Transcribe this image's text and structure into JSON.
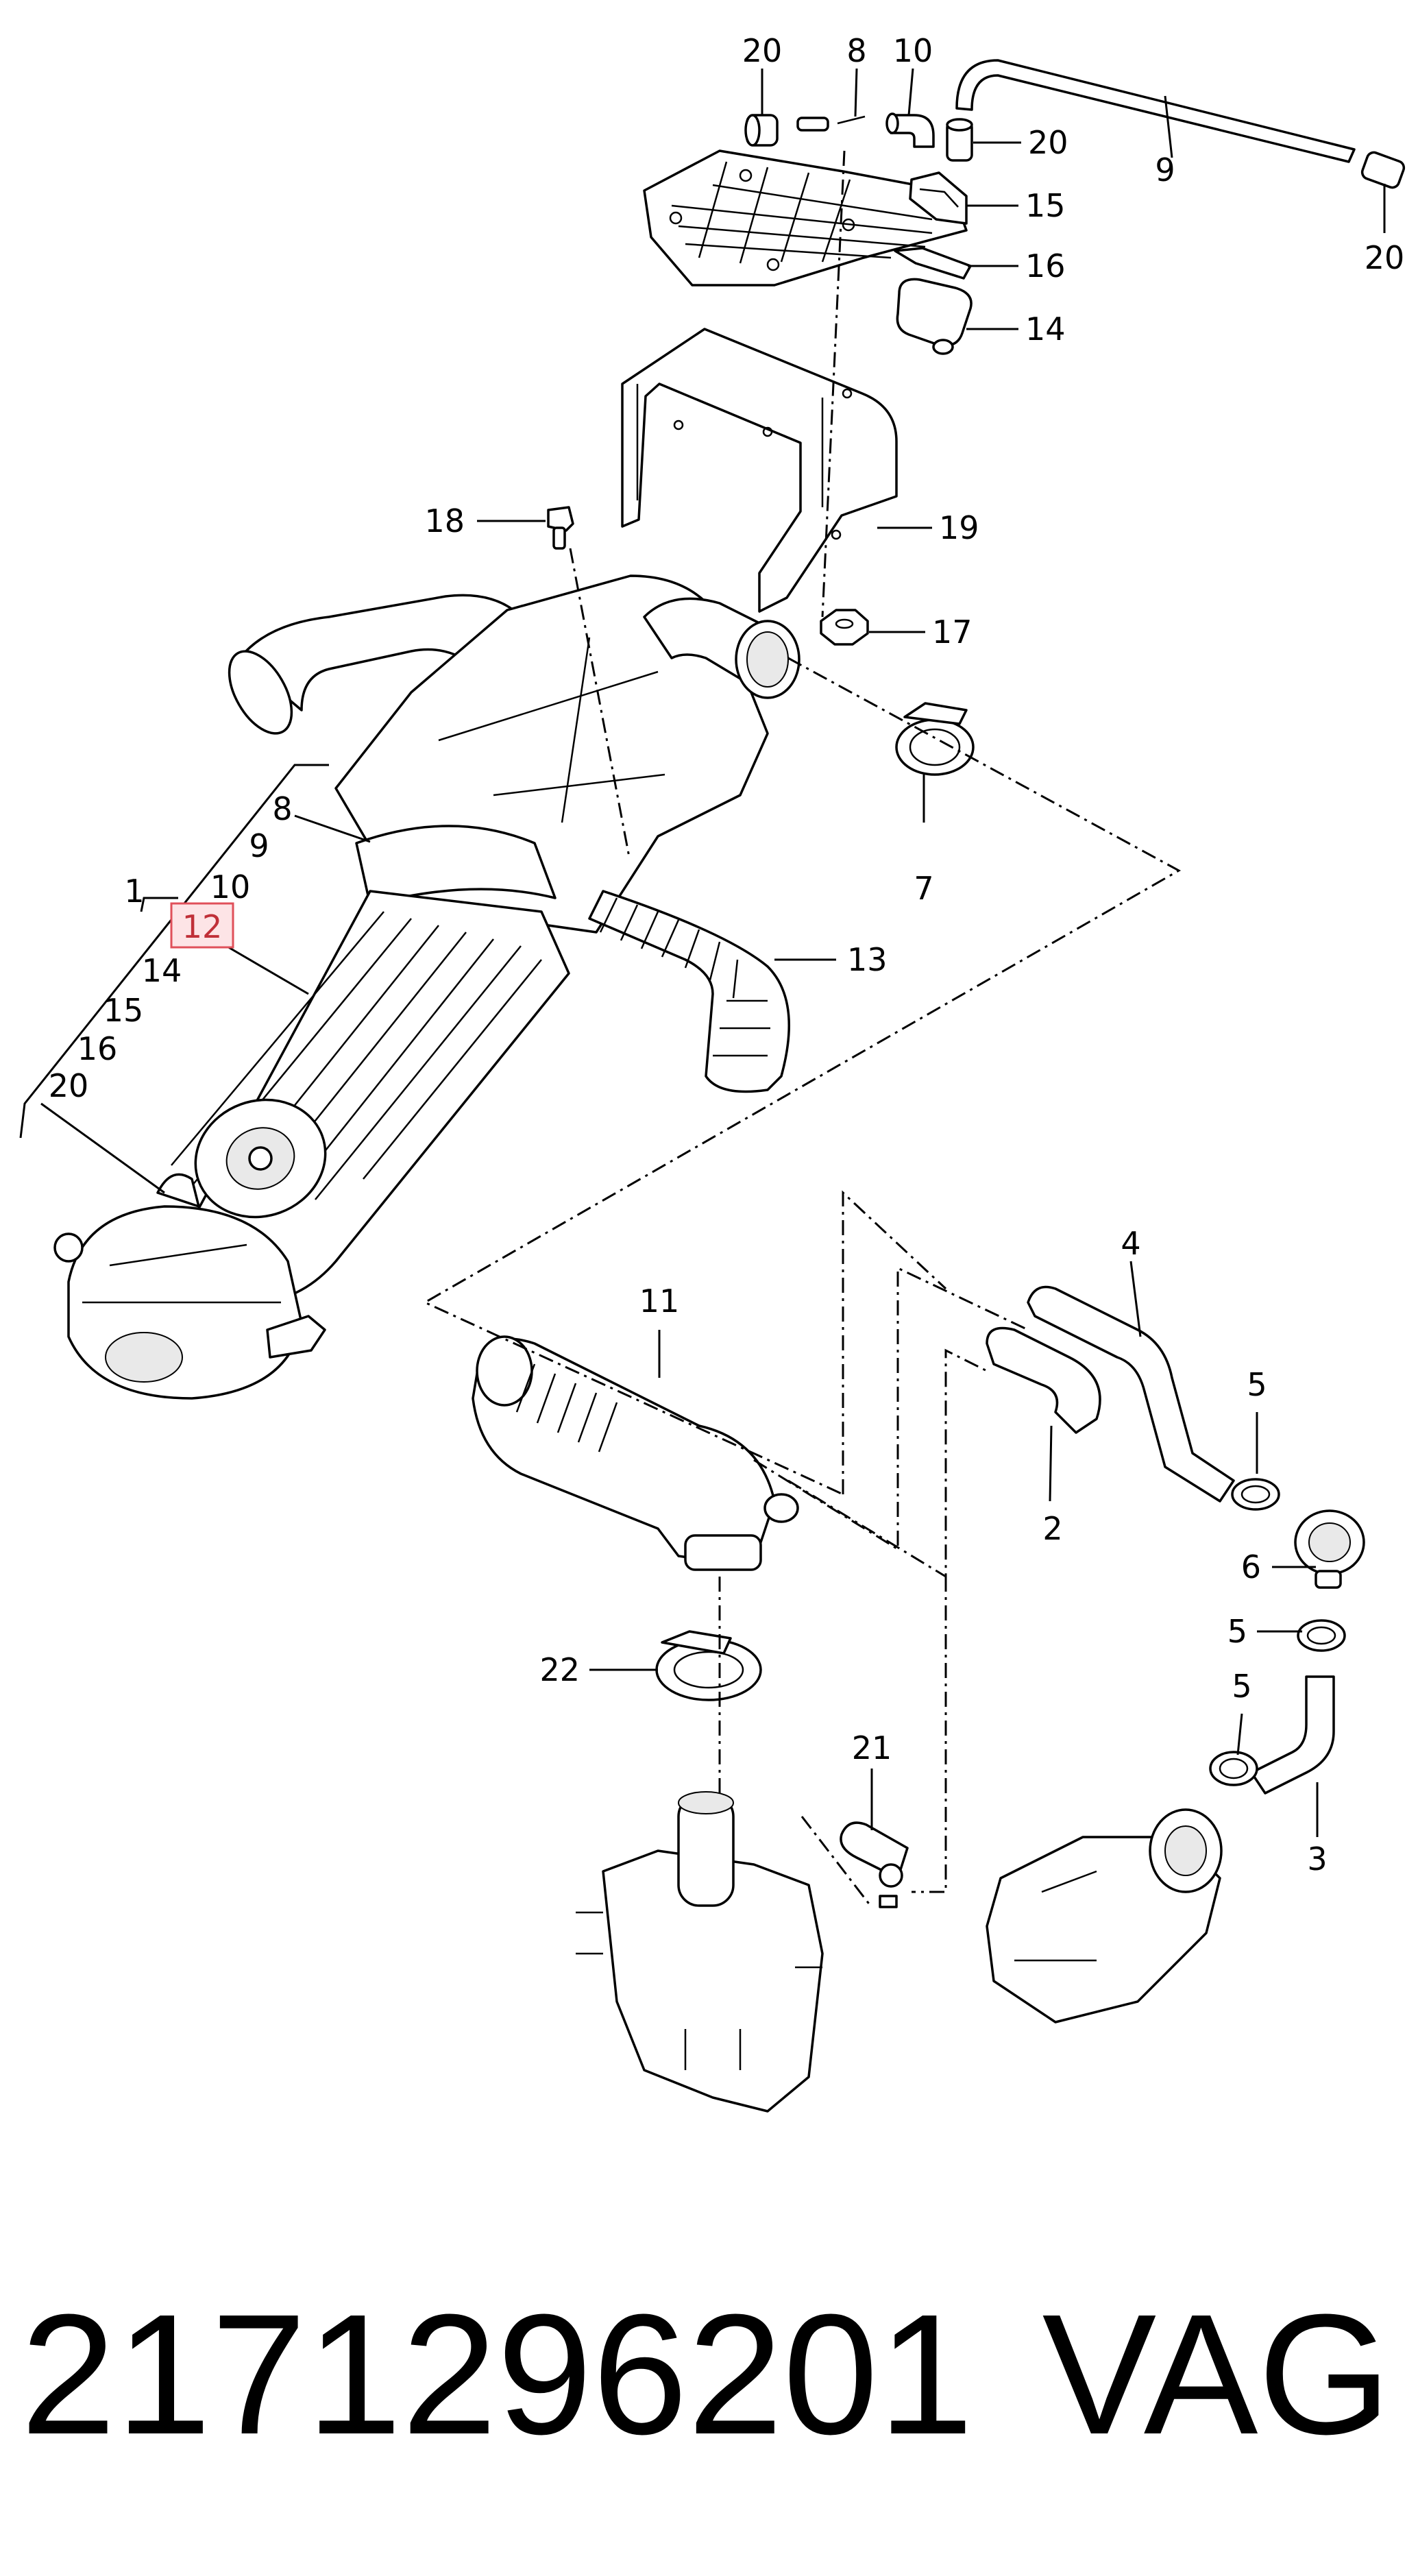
{
  "callouts": {
    "c20a": "20",
    "c8a": "8",
    "c10a": "10",
    "c20b": "20",
    "c9": "9",
    "c20c": "20",
    "c15a": "15",
    "c16a": "16",
    "c14a": "14",
    "c18": "18",
    "c19": "19",
    "c17": "17",
    "c7": "7",
    "c13": "13",
    "c8b": "8",
    "c9b": "9",
    "c1": "1",
    "c10b": "10",
    "c12": "12",
    "c14b": "14",
    "c15b": "15",
    "c16b": "16",
    "c20d": "20",
    "c11": "11",
    "c4": "4",
    "c5a": "5",
    "c2": "2",
    "c6": "6",
    "c5b": "5",
    "c5c": "5",
    "c22": "22",
    "c21": "21",
    "c3": "3"
  },
  "footer": {
    "part_number": "2171296201",
    "brand": "VAG"
  },
  "colors": {
    "highlight_box": "#e0505a",
    "highlight_fill": "#fde4e6"
  }
}
